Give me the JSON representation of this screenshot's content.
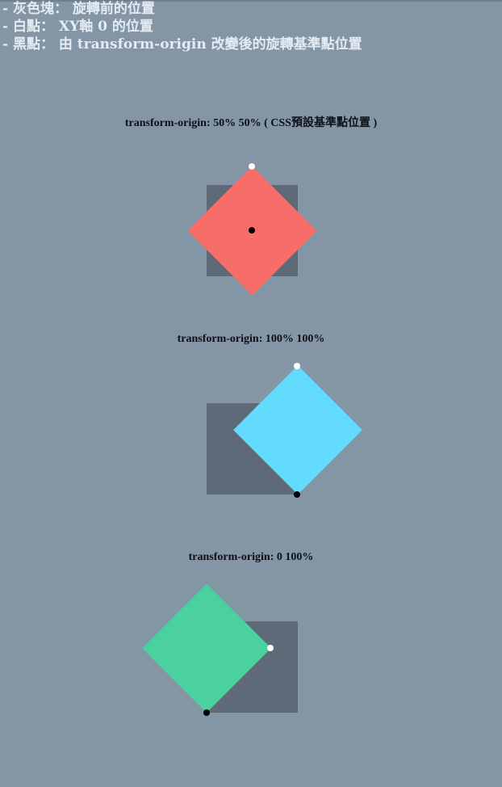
{
  "legend": {
    "line1": "- 灰色塊： 旋轉前的位置",
    "line2": "- 白點： XY軸 0 的位置",
    "line3": "- 黑點： 由 transform-origin 改變後的旋轉基準點位置"
  },
  "demos": [
    {
      "caption": "transform-origin: 50% 50% ( CSS預設基準點位置 )",
      "color": "#f76d6a"
    },
    {
      "caption": "transform-origin: 100% 100%",
      "color": "#62dbff"
    },
    {
      "caption": "transform-origin: 0 100%",
      "color": "#4bd19e"
    }
  ],
  "colors": {
    "background": "#8495a6",
    "reference_box": "#5f6a78",
    "legend_text": "#e4ebf2"
  }
}
